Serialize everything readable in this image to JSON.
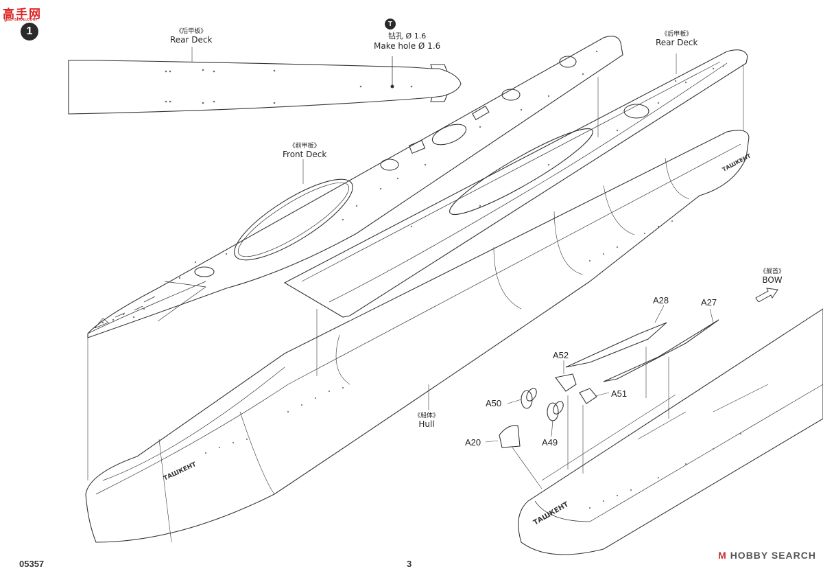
{
  "site_logo": {
    "text": "高手网",
    "sub": "gao-shou.com"
  },
  "step_number": "1",
  "tool_icon_glyph": "T",
  "drill_note": {
    "cn": "钻孔 Ø 1.6",
    "en": "Make hole  Ø 1.6"
  },
  "labels": {
    "rear_deck_left": {
      "cn": "《后甲板》",
      "en": "Rear Deck"
    },
    "rear_deck_right": {
      "cn": "《后甲板》",
      "en": "Rear Deck"
    },
    "front_deck": {
      "cn": "《前甲板》",
      "en": "Front Deck"
    },
    "hull": {
      "cn": "《船体》",
      "en": "Hull"
    },
    "bow": {
      "cn": "《舰首》",
      "en": "BOW"
    }
  },
  "parts": {
    "a28": "A28",
    "a27": "A27",
    "a52": "A52",
    "a50": "A50",
    "a51": "A51",
    "a49": "A49",
    "a20": "A20"
  },
  "hull_name": "ТАШКЕНТ",
  "watermark": {
    "prefix": "M",
    "text": "HOBBY SEARCH"
  },
  "footer": {
    "kit_number": "05357",
    "page": "3"
  }
}
